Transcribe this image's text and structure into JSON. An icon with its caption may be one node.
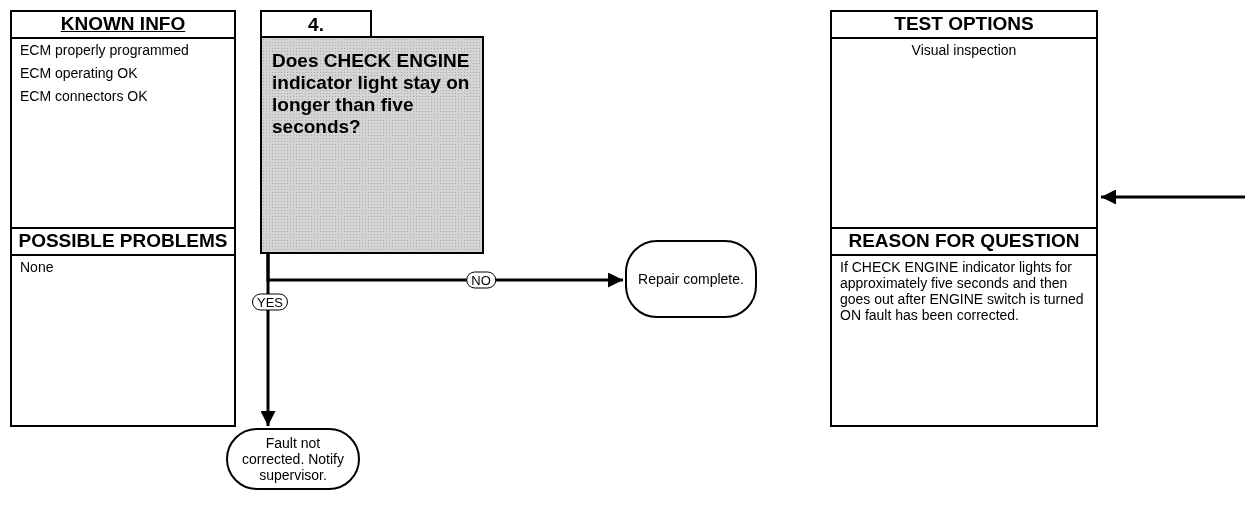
{
  "diagram": {
    "nodes": [
      {
        "text": [
          "KNOWN INFO",
          "ECM properly programmed",
          "ECM operating OK",
          "ECM connectors OK"
        ]
      },
      {
        "text": [
          "POSSIBLE PROBLEMS",
          "None"
        ]
      },
      {
        "text": [
          "4.",
          "Does CHECK ENGINE indicator light stay on longer than five seconds?"
        ]
      },
      {
        "text": [
          "Repair complete."
        ]
      },
      {
        "text": [
          "Fault not corrected. Notify supervisor."
        ]
      },
      {
        "text": [
          "TEST OPTIONS",
          "Visual inspection"
        ]
      },
      {
        "text": [
          "REASON FOR QUESTION",
          "If CHECK ENGINE indicator lights for approximately five seconds and then goes out after ENGINE switch is turned ON fault has been corrected."
        ]
      }
    ],
    "edges": [
      {
        "from": 2,
        "to": 3,
        "arrow": "to",
        "label": "NO"
      },
      {
        "from": 2,
        "to": 4,
        "arrow": "to",
        "label": "YES"
      },
      {
        "from": null,
        "to": 5,
        "arrow": "to"
      }
    ]
  }
}
